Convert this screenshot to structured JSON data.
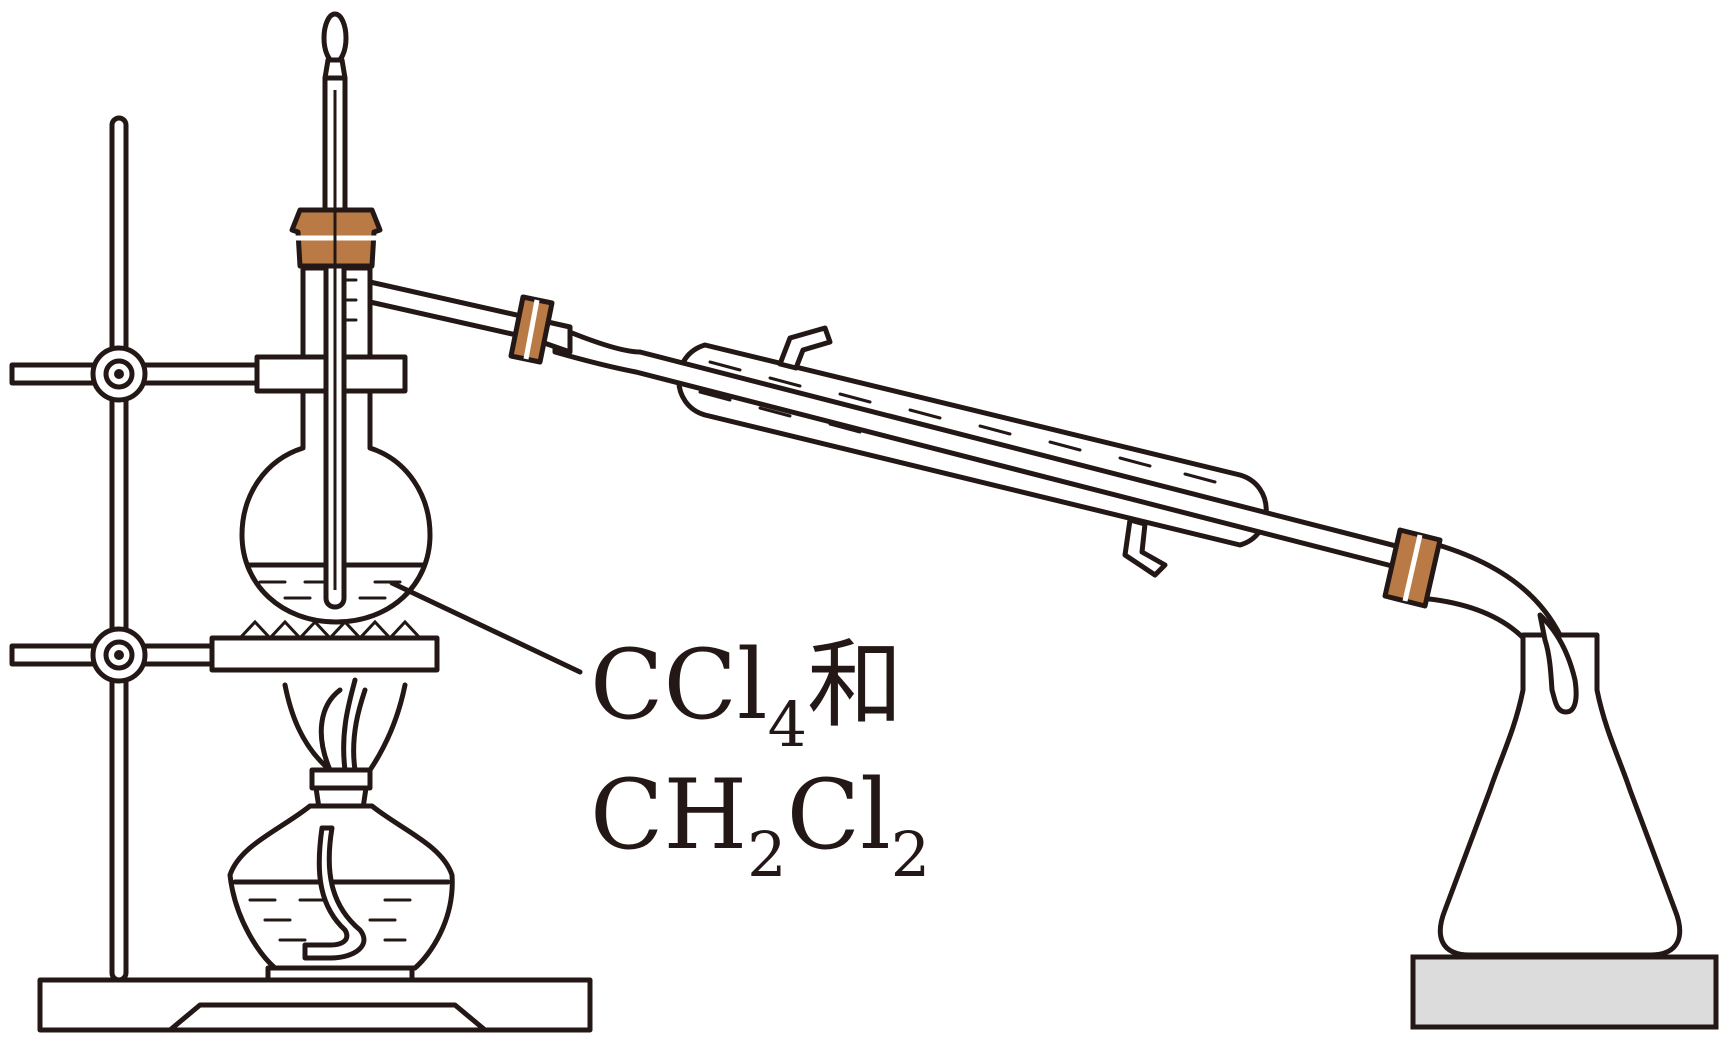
{
  "label": {
    "line1": {
      "formula": "CCl",
      "subscript": "4",
      "suffix": "和"
    },
    "line2": {
      "part1": "CH",
      "sub1": "2",
      "part2": "Cl",
      "sub2": "2"
    }
  },
  "colors": {
    "ink": "#231815",
    "cork": "#b97a45",
    "base_plate": "#dcdcdc"
  },
  "icons": [
    "iron-stand",
    "round-bottom-flask",
    "thermometer",
    "condenser",
    "alcohol-lamp",
    "conical-flask"
  ]
}
